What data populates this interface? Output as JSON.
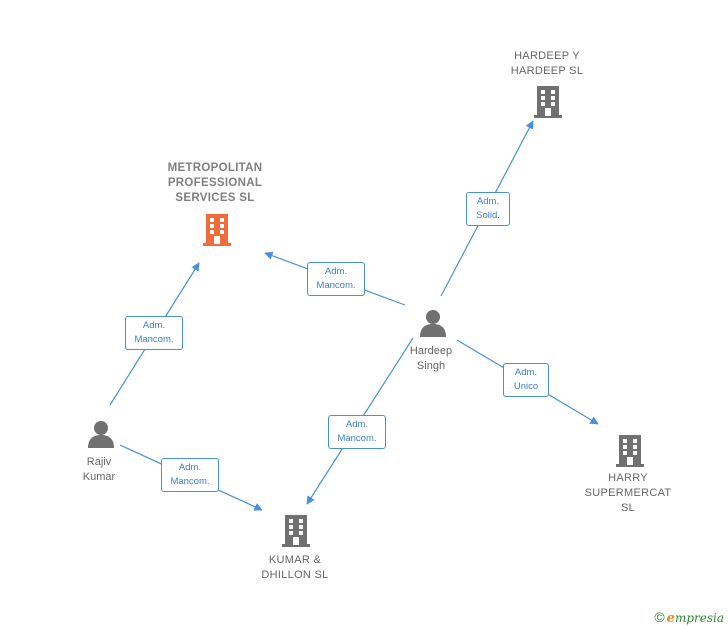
{
  "nodes": {
    "metropolitan": {
      "label": "METROPOLITAN\nPROFESSIONAL\nSERVICES  SL",
      "kind": "company",
      "highlight": true
    },
    "hardeep_y_hardeep": {
      "label": "HARDEEP Y\nHARDEEP  SL",
      "kind": "company"
    },
    "harry": {
      "label": "HARRY\nSUPERMERCAT\nSL",
      "kind": "company"
    },
    "kumar_dhillon": {
      "label": "KUMAR &\nDHILLON SL",
      "kind": "company"
    },
    "hardeep_singh": {
      "label": "Hardeep\nSingh",
      "kind": "person"
    },
    "rajiv_kumar": {
      "label": "Rajiv\nKumar",
      "kind": "person"
    }
  },
  "edges": {
    "hs_to_hyh": {
      "label": "Adm.\nSolid."
    },
    "hs_to_metro": {
      "label": "Adm.\nMancom."
    },
    "hs_to_harry": {
      "label": "Adm.\nUnico"
    },
    "hs_to_kd": {
      "label": "Adm.\nMancom."
    },
    "rk_to_metro": {
      "label": "Adm.\nMancom."
    },
    "rk_to_kd": {
      "label": "Adm.\nMancom."
    }
  },
  "colors": {
    "highlight_company": "#f26b3a",
    "company": "#707070",
    "person": "#707070",
    "edge": "#4a90d9"
  },
  "brand": {
    "copyright": "©",
    "e": "e",
    "rest": "mpresia"
  }
}
